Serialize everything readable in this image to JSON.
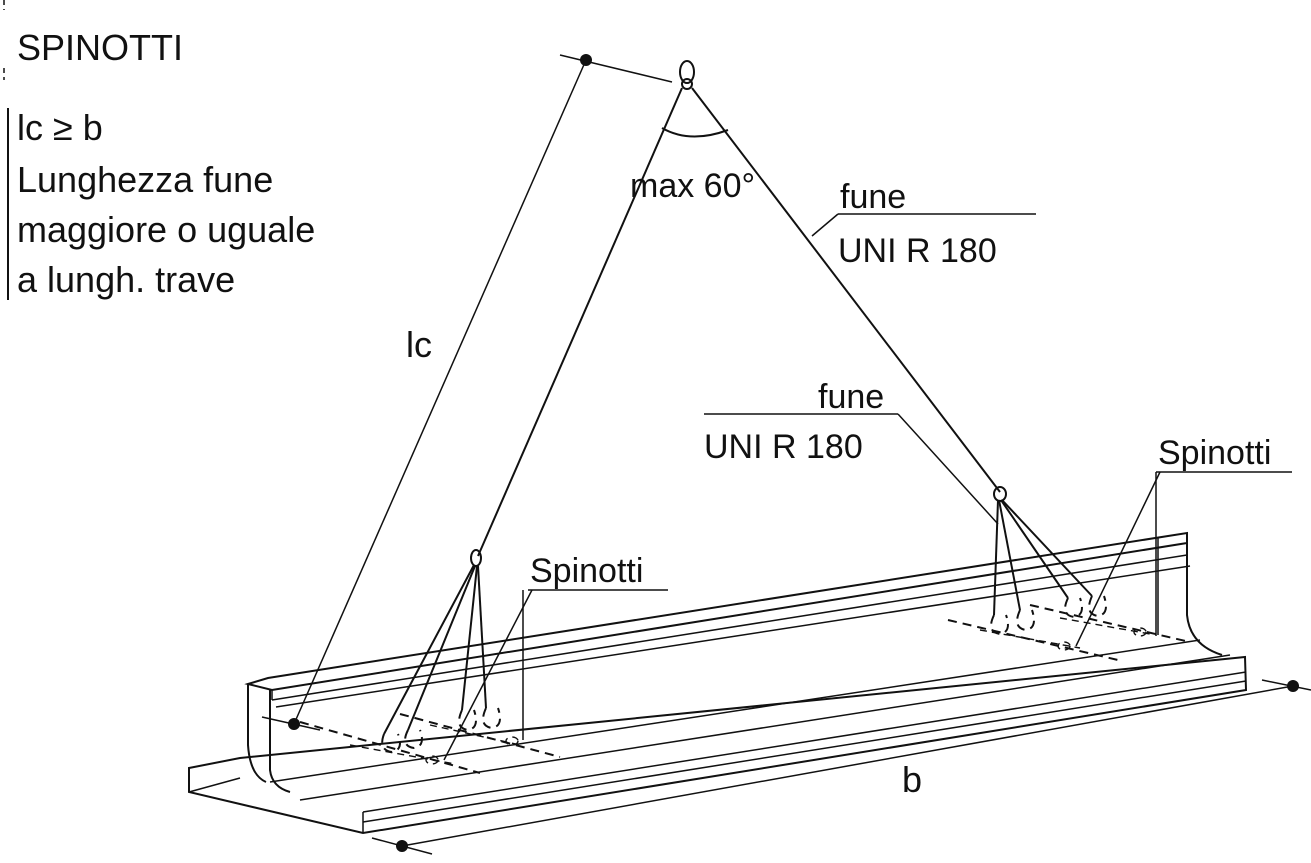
{
  "header": {
    "title": "SPINOTTI",
    "condition": "lc ≥  b",
    "note_lines": [
      "Lunghezza fune",
      "maggiore o uguale",
      "a lungh. trave"
    ]
  },
  "labels": {
    "lc": "lc",
    "angle": "max 60°",
    "rope_upper_top": "fune",
    "rope_upper_bottom": "UNI R 180",
    "rope_lower_top": "fune",
    "rope_lower_bottom": "UNI R 180",
    "pins_left": "Spinotti",
    "pins_right": "Spinotti",
    "beam_length": "b"
  }
}
